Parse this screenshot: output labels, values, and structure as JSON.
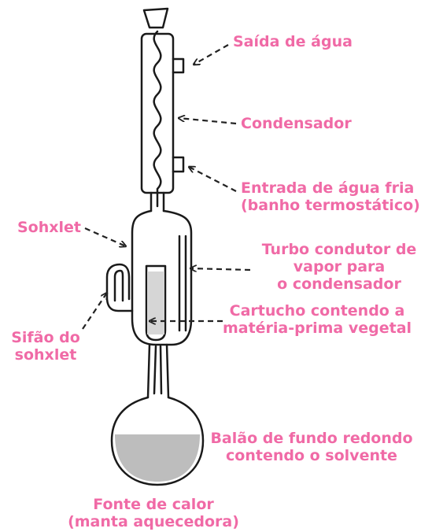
{
  "colors": {
    "label": "#f06aa6",
    "line": "#1a1a1a",
    "arrow": "#222222",
    "solvent": "#bdbdbd"
  },
  "labels": {
    "saida_agua": "Saída de água",
    "condensador": "Condensador",
    "entrada_agua": [
      "Entrada de água fria",
      "(banho termostático)"
    ],
    "sohxlet": "Sohxlet",
    "tubo_vapor": [
      "Turbo condutor de",
      "vapor para",
      "o condensador"
    ],
    "cartucho": [
      "Cartucho contendo a",
      "matéria-prima vegetal"
    ],
    "sifao": [
      "Sifão do",
      "sohxlet"
    ],
    "balao": [
      "Balão de fundo redondo",
      "contendo o solvente"
    ],
    "fonte_calor": [
      "Fonte de calor",
      "(manta aquecedora)"
    ]
  }
}
